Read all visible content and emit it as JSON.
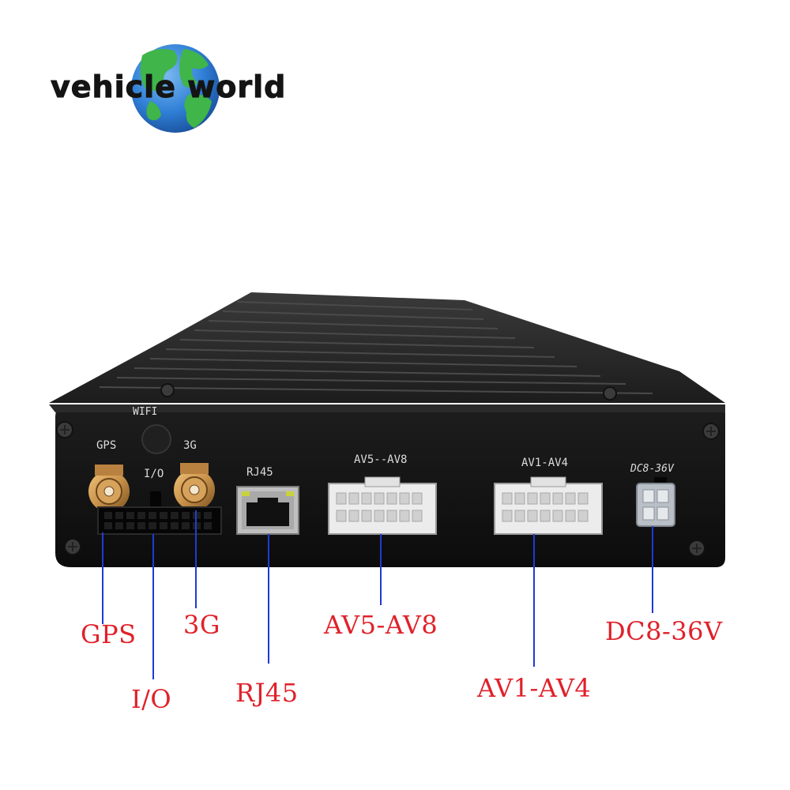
{
  "logo": {
    "text": "vehicle world",
    "globe_ocean": "#2f7fd6",
    "globe_land": "#3fb54a"
  },
  "panel_labels": {
    "wifi": "WIFI",
    "gps": "GPS",
    "g3": "3G",
    "io": "I/O",
    "rj45": "RJ45",
    "av58": "AV5--AV8",
    "av14": "AV1-AV4",
    "dc": "DC8-36V"
  },
  "callouts": {
    "gps": "GPS",
    "g3": "3G",
    "io": "I/O",
    "rj45": "RJ45",
    "av58": "AV5-AV8",
    "av14": "AV1-AV4",
    "dc": "DC8-36V"
  },
  "colors": {
    "callout": "#e0212a",
    "body": "#151515",
    "connector_gold": "#c9924a",
    "connector_white": "#ececec"
  }
}
